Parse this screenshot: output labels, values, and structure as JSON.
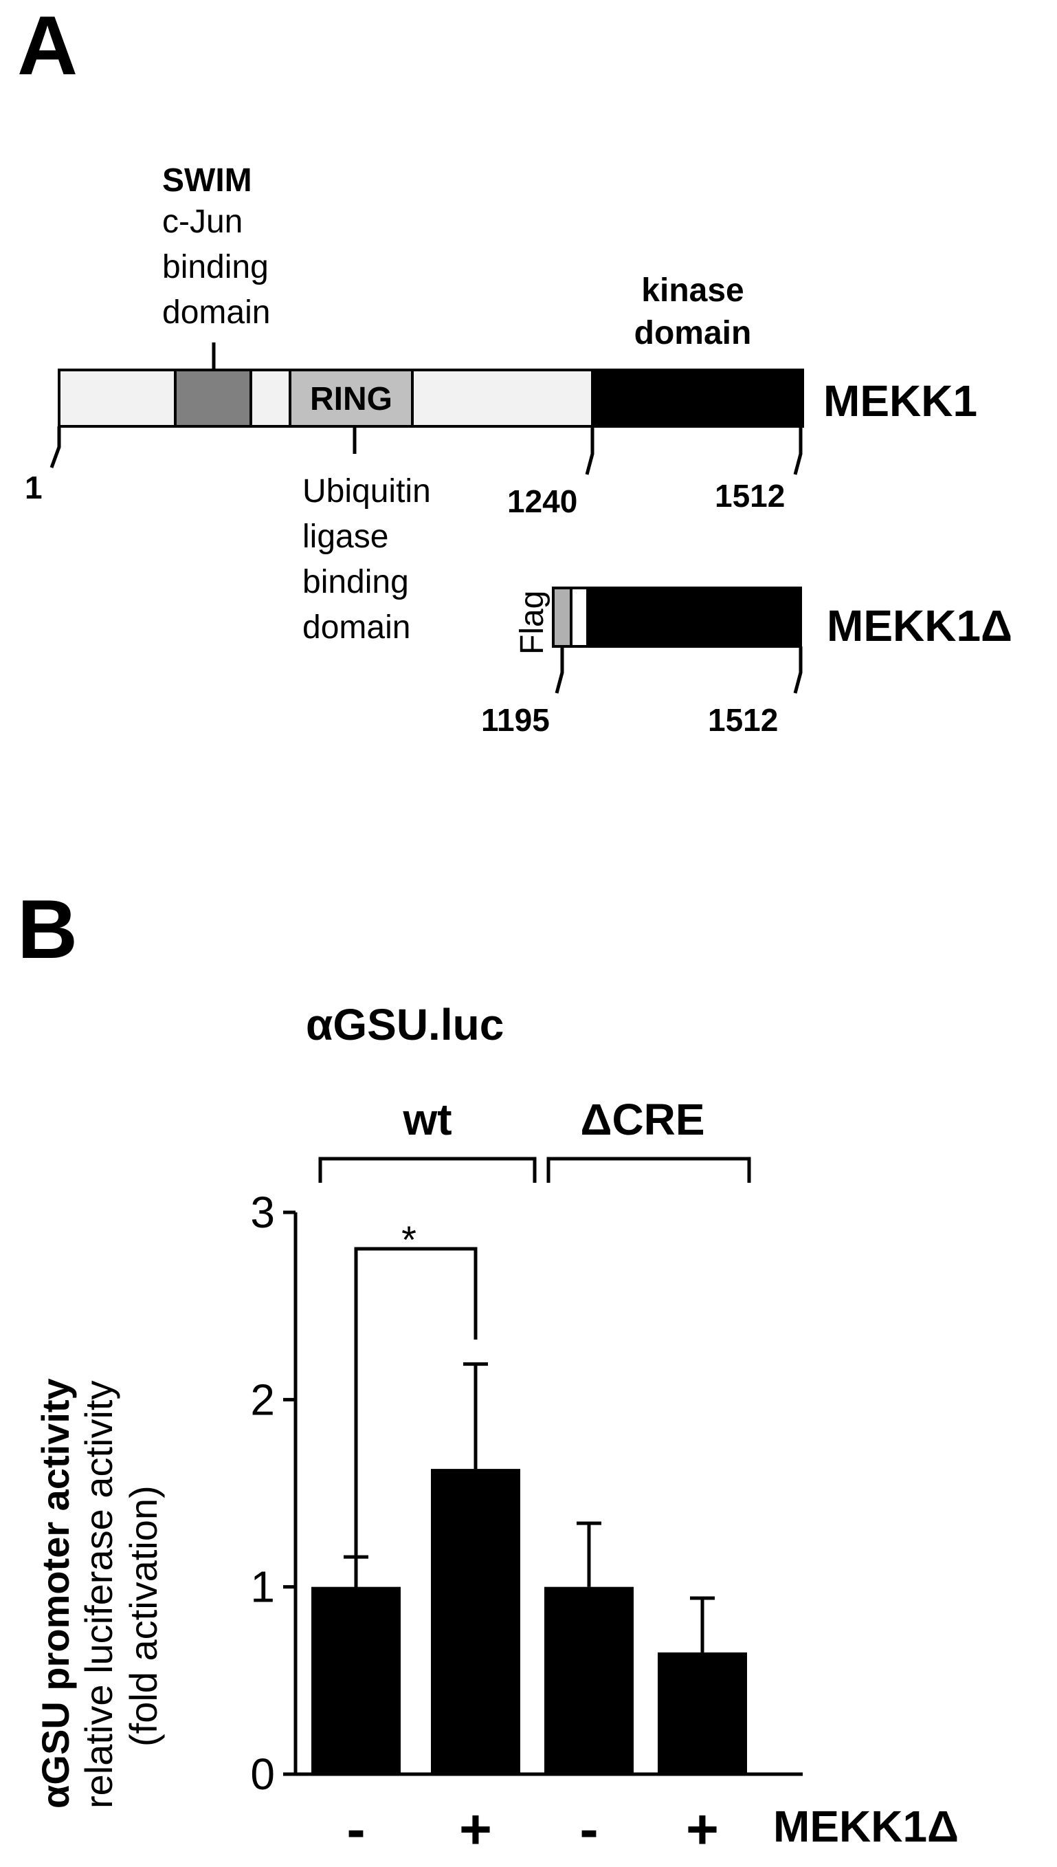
{
  "panel_a": {
    "label": "A",
    "colors": {
      "light_segment": "#f2f2f2",
      "swim_box": "#808080",
      "ring_box": "#c0c0c0",
      "kinase_box": "#000000",
      "flag_box": "#b0b0b0"
    },
    "swim": {
      "title": "SWIM",
      "lines": [
        "c-Jun",
        "binding",
        "domain"
      ]
    },
    "kinase": {
      "lines": [
        "kinase",
        "domain"
      ]
    },
    "ring": {
      "label": "RING",
      "lines": [
        "Ubiquitin",
        "ligase",
        "binding",
        "domain"
      ]
    },
    "full_protein": {
      "name": "MEKK1",
      "start": "1",
      "kinase_start": "1240",
      "end": "1512"
    },
    "truncated_protein": {
      "name": "MEKK1Δ",
      "tag": "Flag",
      "start": "1195",
      "end": "1512"
    }
  },
  "panel_b": {
    "label": "B",
    "construct": "αGSU.luc",
    "groups": [
      {
        "label": "wt"
      },
      {
        "label": "ΔCRE"
      }
    ],
    "significance": "*",
    "treatment_label": "MEKK1Δ",
    "ylabel_bold": "αGSU promoter activity",
    "ylabel_line2": "relative luciferase activity",
    "ylabel_line3": "(fold activation)"
  },
  "chart_data": {
    "type": "bar",
    "categories": [
      "-",
      "+",
      "-",
      "+"
    ],
    "values": [
      1.0,
      1.63,
      1.0,
      0.65
    ],
    "errors": [
      0.16,
      0.56,
      0.34,
      0.29
    ],
    "ylim": [
      0,
      3
    ],
    "yticks": [
      0,
      1,
      2,
      3
    ],
    "bar_color": "#000000",
    "grid": false
  }
}
